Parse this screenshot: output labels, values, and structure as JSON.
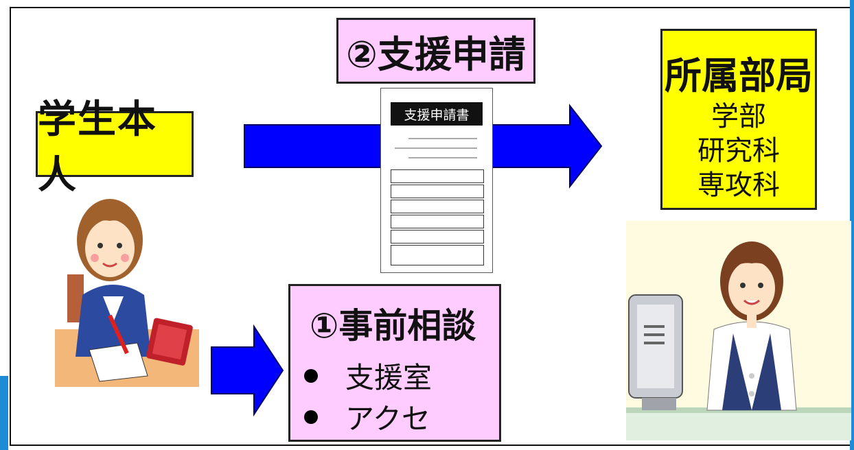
{
  "nodes": {
    "student": "学生本人",
    "support_application": "②支援申請",
    "department": {
      "title": "所属部局",
      "items": [
        "学部",
        "研究科",
        "専攻科"
      ]
    },
    "consultation": {
      "title": "①事前相談",
      "items": [
        "支援室",
        "アクセ"
      ]
    }
  },
  "document": {
    "title": "支援申請書"
  },
  "colors": {
    "arrow": "#0000ff",
    "yellow_box": "#ffff00",
    "pink_box": "#ffccff"
  }
}
